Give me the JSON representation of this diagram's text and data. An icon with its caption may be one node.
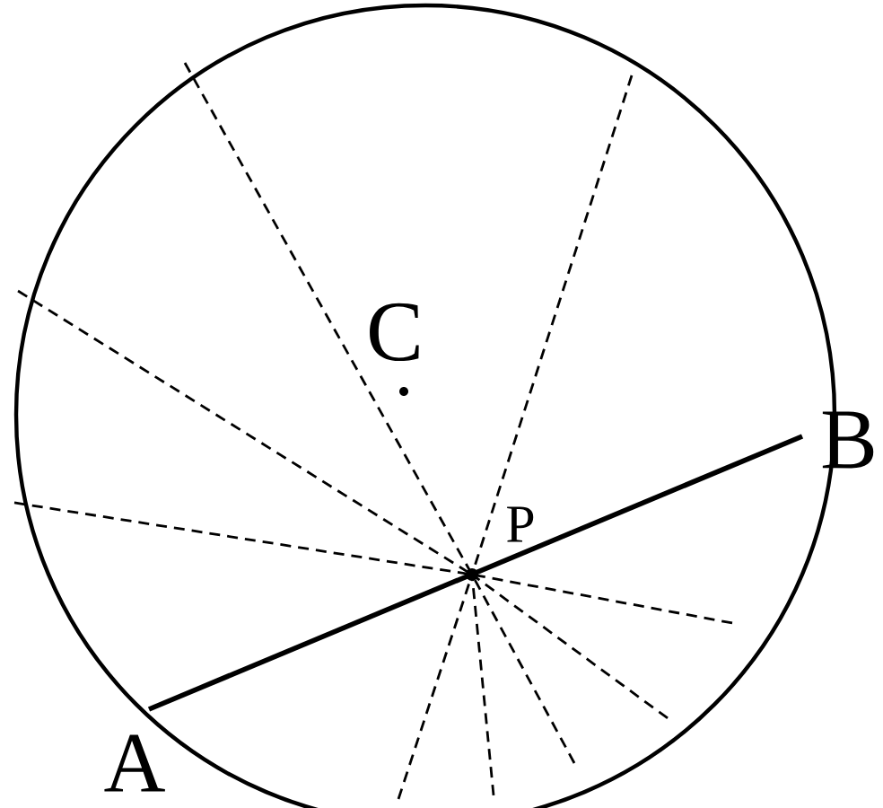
{
  "diagram": {
    "labels": [
      "C",
      "P",
      "A",
      "B"
    ]
  }
}
